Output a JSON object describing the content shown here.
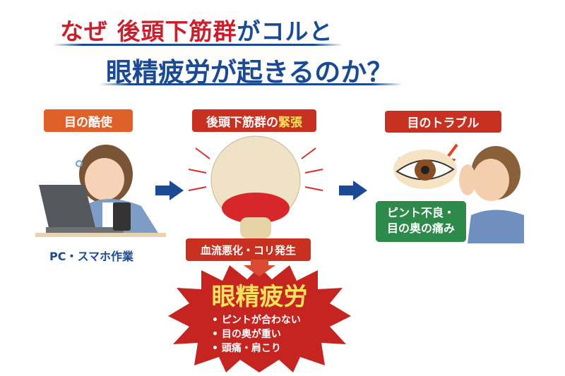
{
  "title": {
    "line1_red": "なぜ 後頭下筋群",
    "line1_blue": "がコルと",
    "line2": "眼精疲労が起きるのか？"
  },
  "steps": [
    {
      "label": "目の酷使",
      "caption": "PC・スマホ作業"
    },
    {
      "label_main": "後頭下筋群の",
      "label_highlight": "緊張",
      "banner": "血流悪化・コリ発生"
    },
    {
      "label": "目のトラブル",
      "callout_line1": "ピント不良・",
      "callout_line2": "目の奥の痛み"
    }
  ],
  "result": {
    "title": "眼精疲労",
    "bullets": [
      "• ピントが合わない",
      "• 目の奥が重い",
      "• 頭痛・肩こり"
    ]
  },
  "colors": {
    "blue": "#1a4a94",
    "red": "#c8202c",
    "orange": "#e0602a",
    "green": "#2e8a4a",
    "yellow": "#f7e35a"
  }
}
